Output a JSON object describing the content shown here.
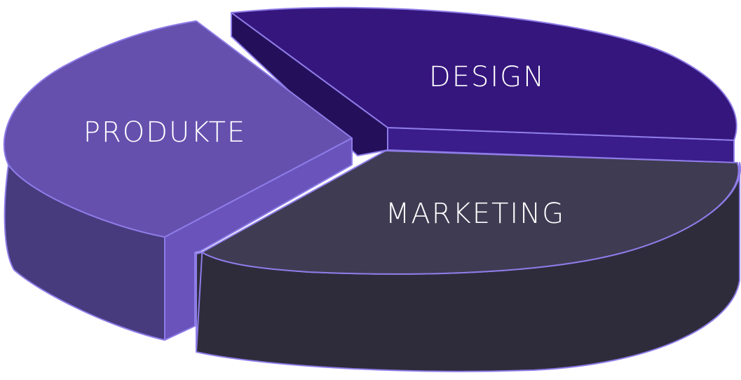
{
  "chart_data": {
    "type": "pie",
    "style": "3d-exploded",
    "categories": [
      "DESIGN",
      "MARKETING",
      "PRODUKTE"
    ],
    "values": [
      31,
      38,
      31
    ],
    "colors": {
      "DESIGN": "#35167D",
      "MARKETING": "#3F3B52",
      "PRODUKTE": "#6650AE"
    },
    "side_colors": {
      "DESIGN": "#24105A",
      "MARKETING": "#2E2C3B",
      "PRODUKTE": "#473B7D"
    },
    "wall_colors": {
      "DESIGN": "#3A1C8A",
      "MARKETING": "#2E2C3B",
      "PRODUKTE": "#6A54BC"
    },
    "outline_color": "#8E7CE8",
    "legend": "none"
  }
}
